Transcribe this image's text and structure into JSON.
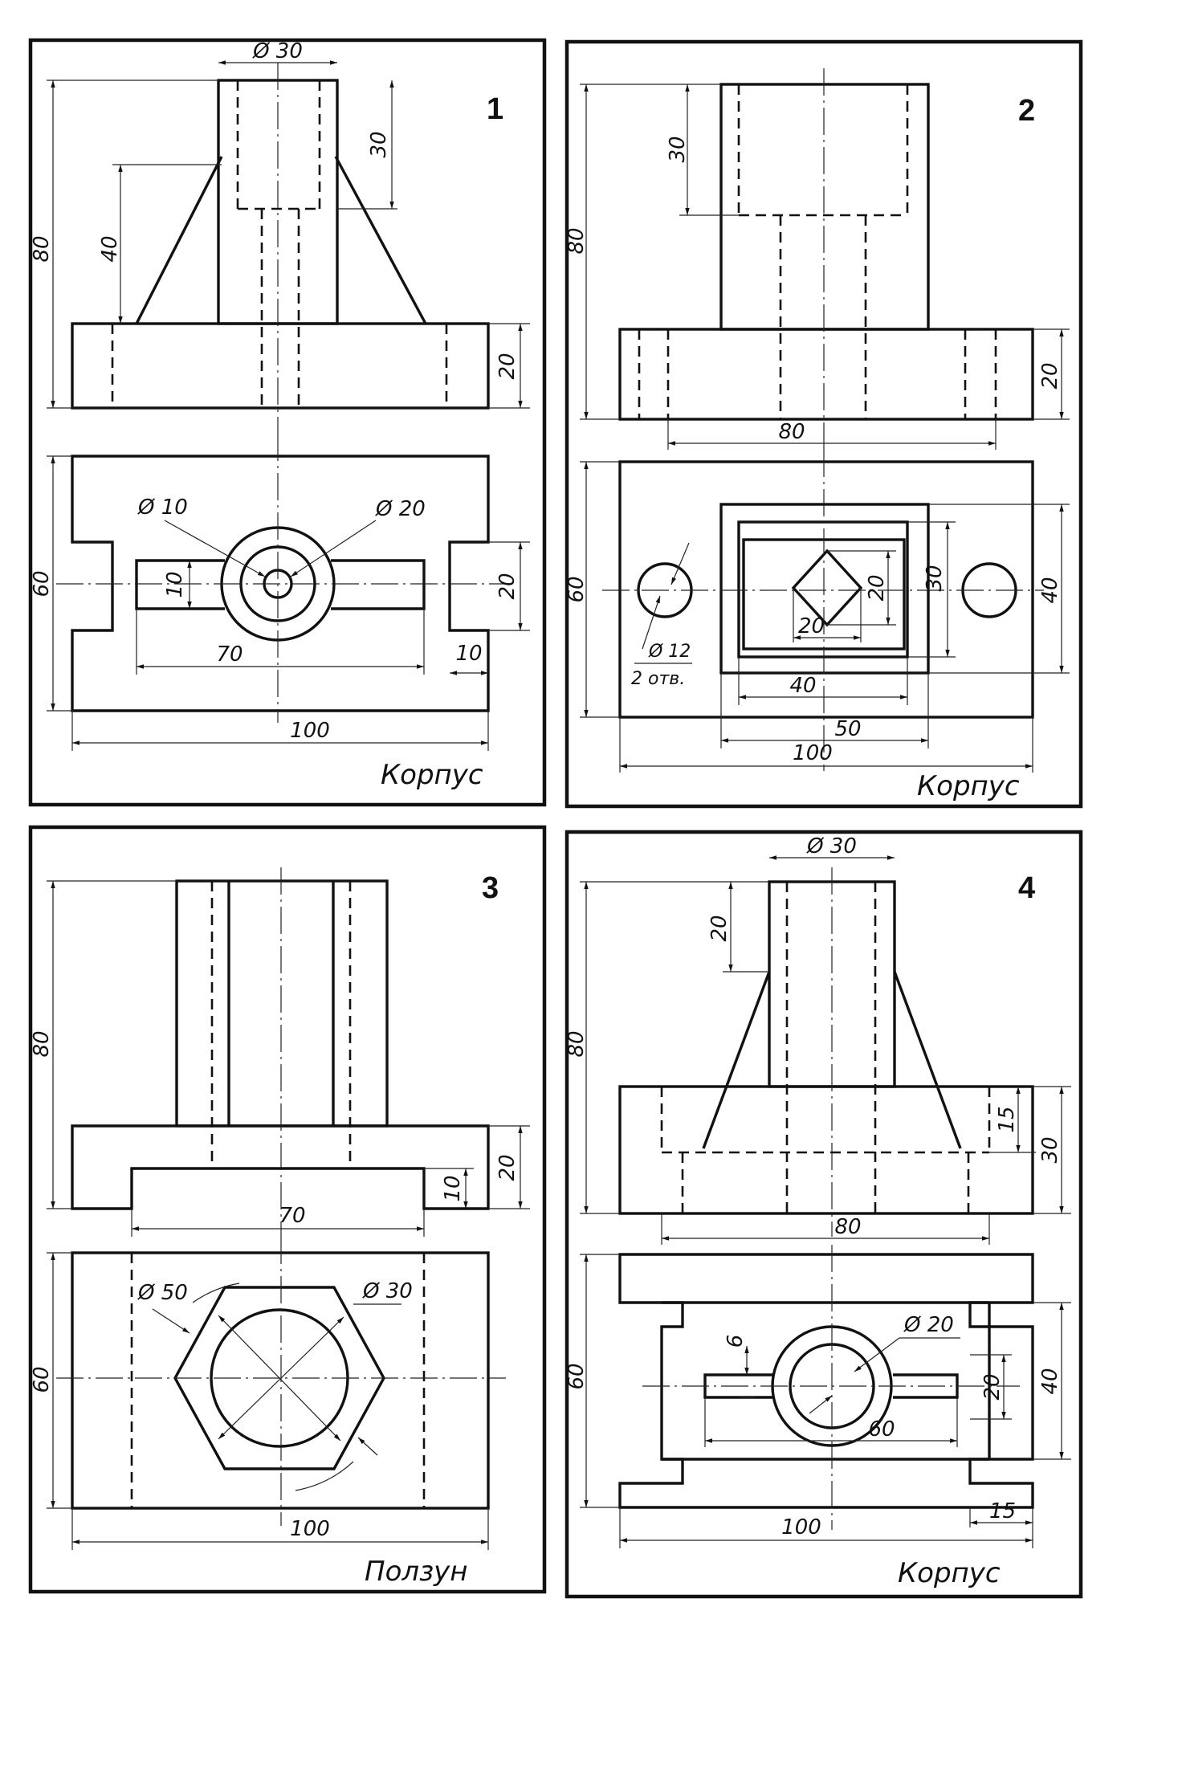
{
  "panels": [
    {
      "number": "1",
      "title": "Корпус",
      "dims": {
        "d30": "Ø 30",
        "h30": "30",
        "h80": "80",
        "h40": "40",
        "h20": "20",
        "d10": "Ø 10",
        "d20": "Ø 20",
        "w10": "10",
        "w20": "20",
        "h60": "60",
        "w70": "70",
        "w10b": "10",
        "w100": "100"
      }
    },
    {
      "number": "2",
      "title": "Корпус",
      "dims": {
        "h30": "30",
        "h80": "80",
        "h20": "20",
        "w80": "80",
        "h60": "60",
        "d12": "Ø 12",
        "holes": "2 отв.",
        "s20a": "20",
        "s20b": "20",
        "h30b": "30",
        "h40": "40",
        "w40": "40",
        "w50": "50",
        "w100": "100"
      }
    },
    {
      "number": "3",
      "title": "Ползун",
      "dims": {
        "h80": "80",
        "h20": "20",
        "h10": "10",
        "w70": "70",
        "d50": "Ø 50",
        "d30": "Ø 30",
        "h60": "60",
        "w100": "100"
      }
    },
    {
      "number": "4",
      "title": "Корпус",
      "dims": {
        "d30": "Ø 30",
        "h20": "20",
        "h80": "80",
        "h15": "15",
        "h30": "30",
        "w80": "80",
        "d20": "Ø 20",
        "h6": "6",
        "h20b": "20",
        "h40": "40",
        "w60": "60",
        "h60": "60",
        "w100": "100",
        "w15": "15"
      }
    }
  ]
}
